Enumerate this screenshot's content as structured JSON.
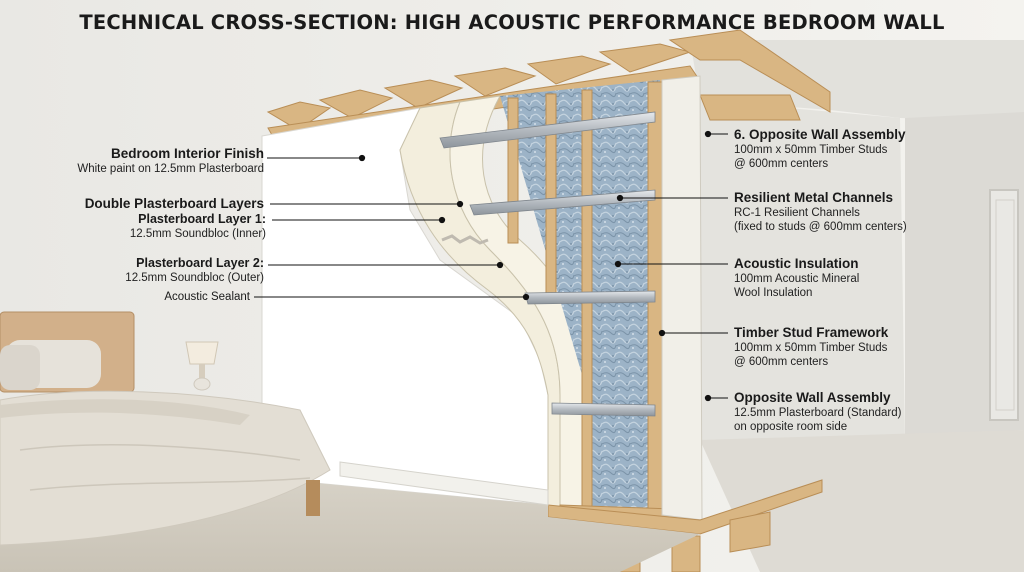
{
  "title": "TECHNICAL CROSS-SECTION: HIGH ACOUSTIC PERFORMANCE BEDROOM WALL",
  "labels_left": {
    "interior_finish": {
      "heading": "Bedroom Interior Finish",
      "detail": "White paint on 12.5mm Plasterboard"
    },
    "double_layers": {
      "heading": "Double Plasterboard Layers"
    },
    "layer1": {
      "heading": "Plasterboard Layer 1:",
      "detail": "12.5mm Soundbloc (Inner)"
    },
    "layer2": {
      "heading": "Plasterboard Layer 2:",
      "detail": "12.5mm Soundbloc (Outer)"
    },
    "sealant": {
      "text": "Acoustic Sealant"
    }
  },
  "labels_right": {
    "opposite_top": {
      "heading": "6. Opposite Wall Assembly",
      "detail1": "100mm x 50mm Timber Studs",
      "detail2": "@ 600mm centers"
    },
    "channels": {
      "heading": "Resilient Metal Channels",
      "detail1": "RC-1 Resilient Channels",
      "detail2": "(fixed to studs @ 600mm centers)"
    },
    "insulation": {
      "heading": "Acoustic Insulation",
      "detail1": "100mm Acoustic Mineral",
      "detail2": "Wool Insulation"
    },
    "framework": {
      "heading": "Timber Stud Framework",
      "detail1": "100mm x 50mm Timber Studs",
      "detail2": "@ 600mm centers"
    },
    "opposite_bottom": {
      "heading": "Opposite Wall Assembly",
      "detail1": "12.5mm Plasterboard (Standard)",
      "detail2": "on opposite room side"
    }
  },
  "colors": {
    "timber": "#d9b683",
    "timber_dark": "#b98e56",
    "insulation": "#9cb3c7",
    "plasterboard": "#f5f0e1",
    "metal": "#b9bec4",
    "wall": "#ffffff",
    "carpet": "#d8d3c8",
    "leader": "#111111"
  },
  "icons": [
    "bed-icon",
    "lamp-icon",
    "door-icon"
  ]
}
